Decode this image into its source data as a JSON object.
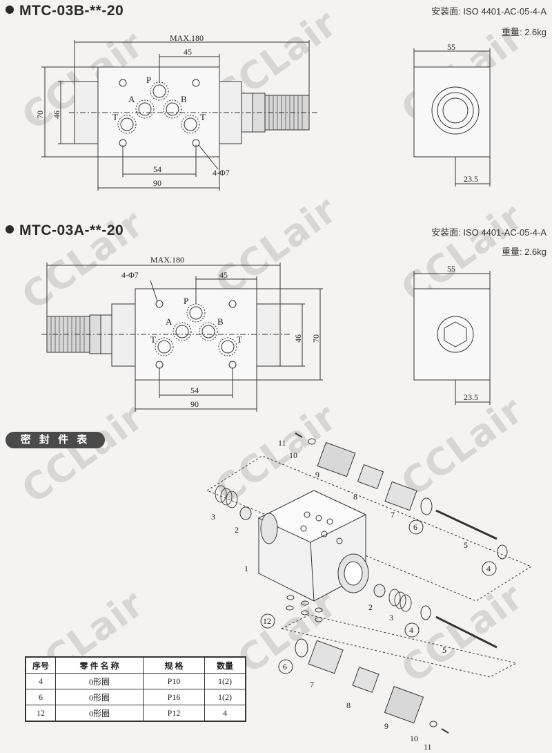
{
  "sections": [
    {
      "title": "MTC-03B-**-20",
      "mount_label": "安装面:",
      "mount_value": "ISO 4401-AC-05-4-A",
      "weight_label": "重量:",
      "weight_value": "2.6kg",
      "dims": {
        "max": "MAX.180",
        "d45": "45",
        "d70": "70",
        "d46": "46",
        "d54": "54",
        "d90": "90",
        "holes": "4-Φ7",
        "side_55": "55",
        "side_235": "23.5"
      },
      "ports": {
        "p": "P",
        "a": "A",
        "b": "B",
        "t1": "T",
        "t2": "T"
      }
    },
    {
      "title": "MTC-03A-**-20",
      "mount_label": "安装面:",
      "mount_value": "ISO 4401-AC-05-4-A",
      "weight_label": "重量:",
      "weight_value": "2.6kg",
      "dims": {
        "max": "MAX.180",
        "d45": "45",
        "d70": "70",
        "d46": "46",
        "d54": "54",
        "d90": "90",
        "holes": "4-Φ7",
        "side_55": "55",
        "side_235": "23.5"
      },
      "ports": {
        "p": "P",
        "a": "A",
        "b": "B",
        "t1": "T",
        "t2": "T"
      }
    }
  ],
  "seal_table_title": "密 封 件 表",
  "seal_table": {
    "headers": [
      "序号",
      "零 件 名 称",
      "规   格",
      "数量"
    ],
    "rows": [
      [
        "4",
        "0形圈",
        "P10",
        "1(2)"
      ],
      [
        "6",
        "0形圈",
        "P16",
        "1(2)"
      ],
      [
        "12",
        "0形圈",
        "P12",
        "4"
      ]
    ]
  },
  "exploded_labels": [
    "11",
    "10",
    "9",
    "8",
    "7",
    "6",
    "5",
    "4",
    "3",
    "2",
    "1",
    "12",
    "2",
    "3",
    "4",
    "5",
    "6",
    "7",
    "8",
    "9",
    "10",
    "11"
  ],
  "watermark": "CCLair"
}
